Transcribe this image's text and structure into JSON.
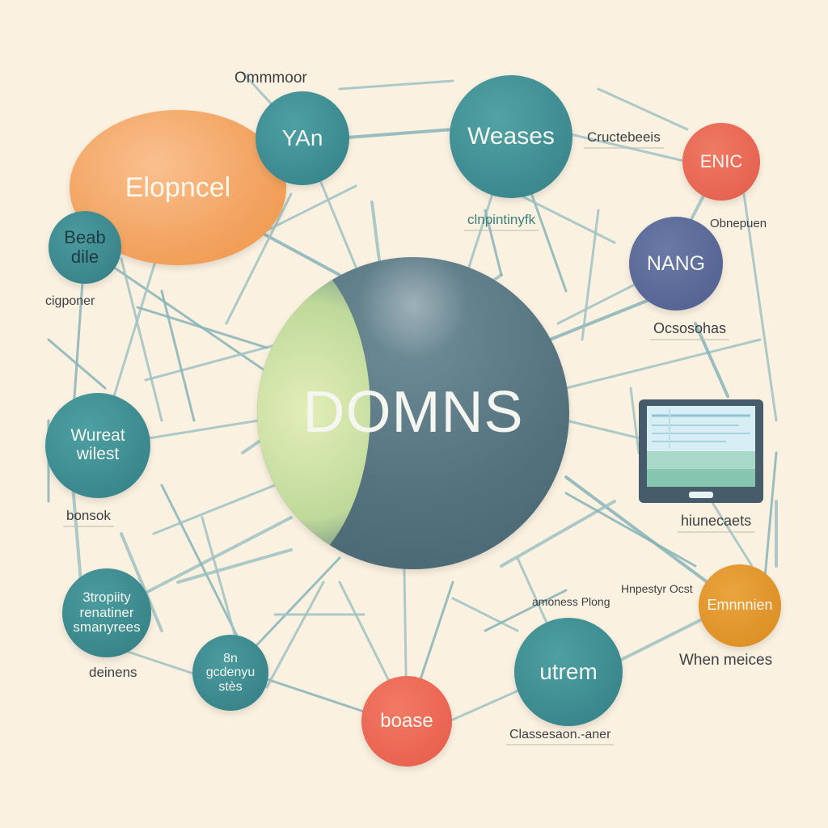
{
  "diagram": {
    "nodes": {
      "center": "DOMNS",
      "elopncel": "Elopncel",
      "yan": "YAn",
      "weases": "Weases",
      "enic": "ENIC",
      "nang": "NANG",
      "beab": "Beab\ndile",
      "wureat": "Wureat\nwilest",
      "stropiity": "3tropiity\nrenatiner\nsmanyrees",
      "gcdenyu": "8n\ngcdenyu\nstès",
      "boase": "boase",
      "utrem": "utrem",
      "emnnnien": "Emnnnien"
    },
    "labels": {
      "ommmoor": "Ommmoor",
      "cructebeeis": "Cructebeeis",
      "clnpintinyfk": "clnpintinyfk",
      "obnepuen": "Obnepuen",
      "cigponer": "cigponer",
      "ocsosohas": "Ocsosohas",
      "bonsok": "bonsok",
      "hiunecaets": "hiunecaets",
      "amoness_plong": "amoness Plong",
      "hinpestyocst": "Hnpestyr Ocst",
      "when_meices": "When meices",
      "deinens": "deinens",
      "classesaon": "Classesaon.-aner"
    }
  }
}
